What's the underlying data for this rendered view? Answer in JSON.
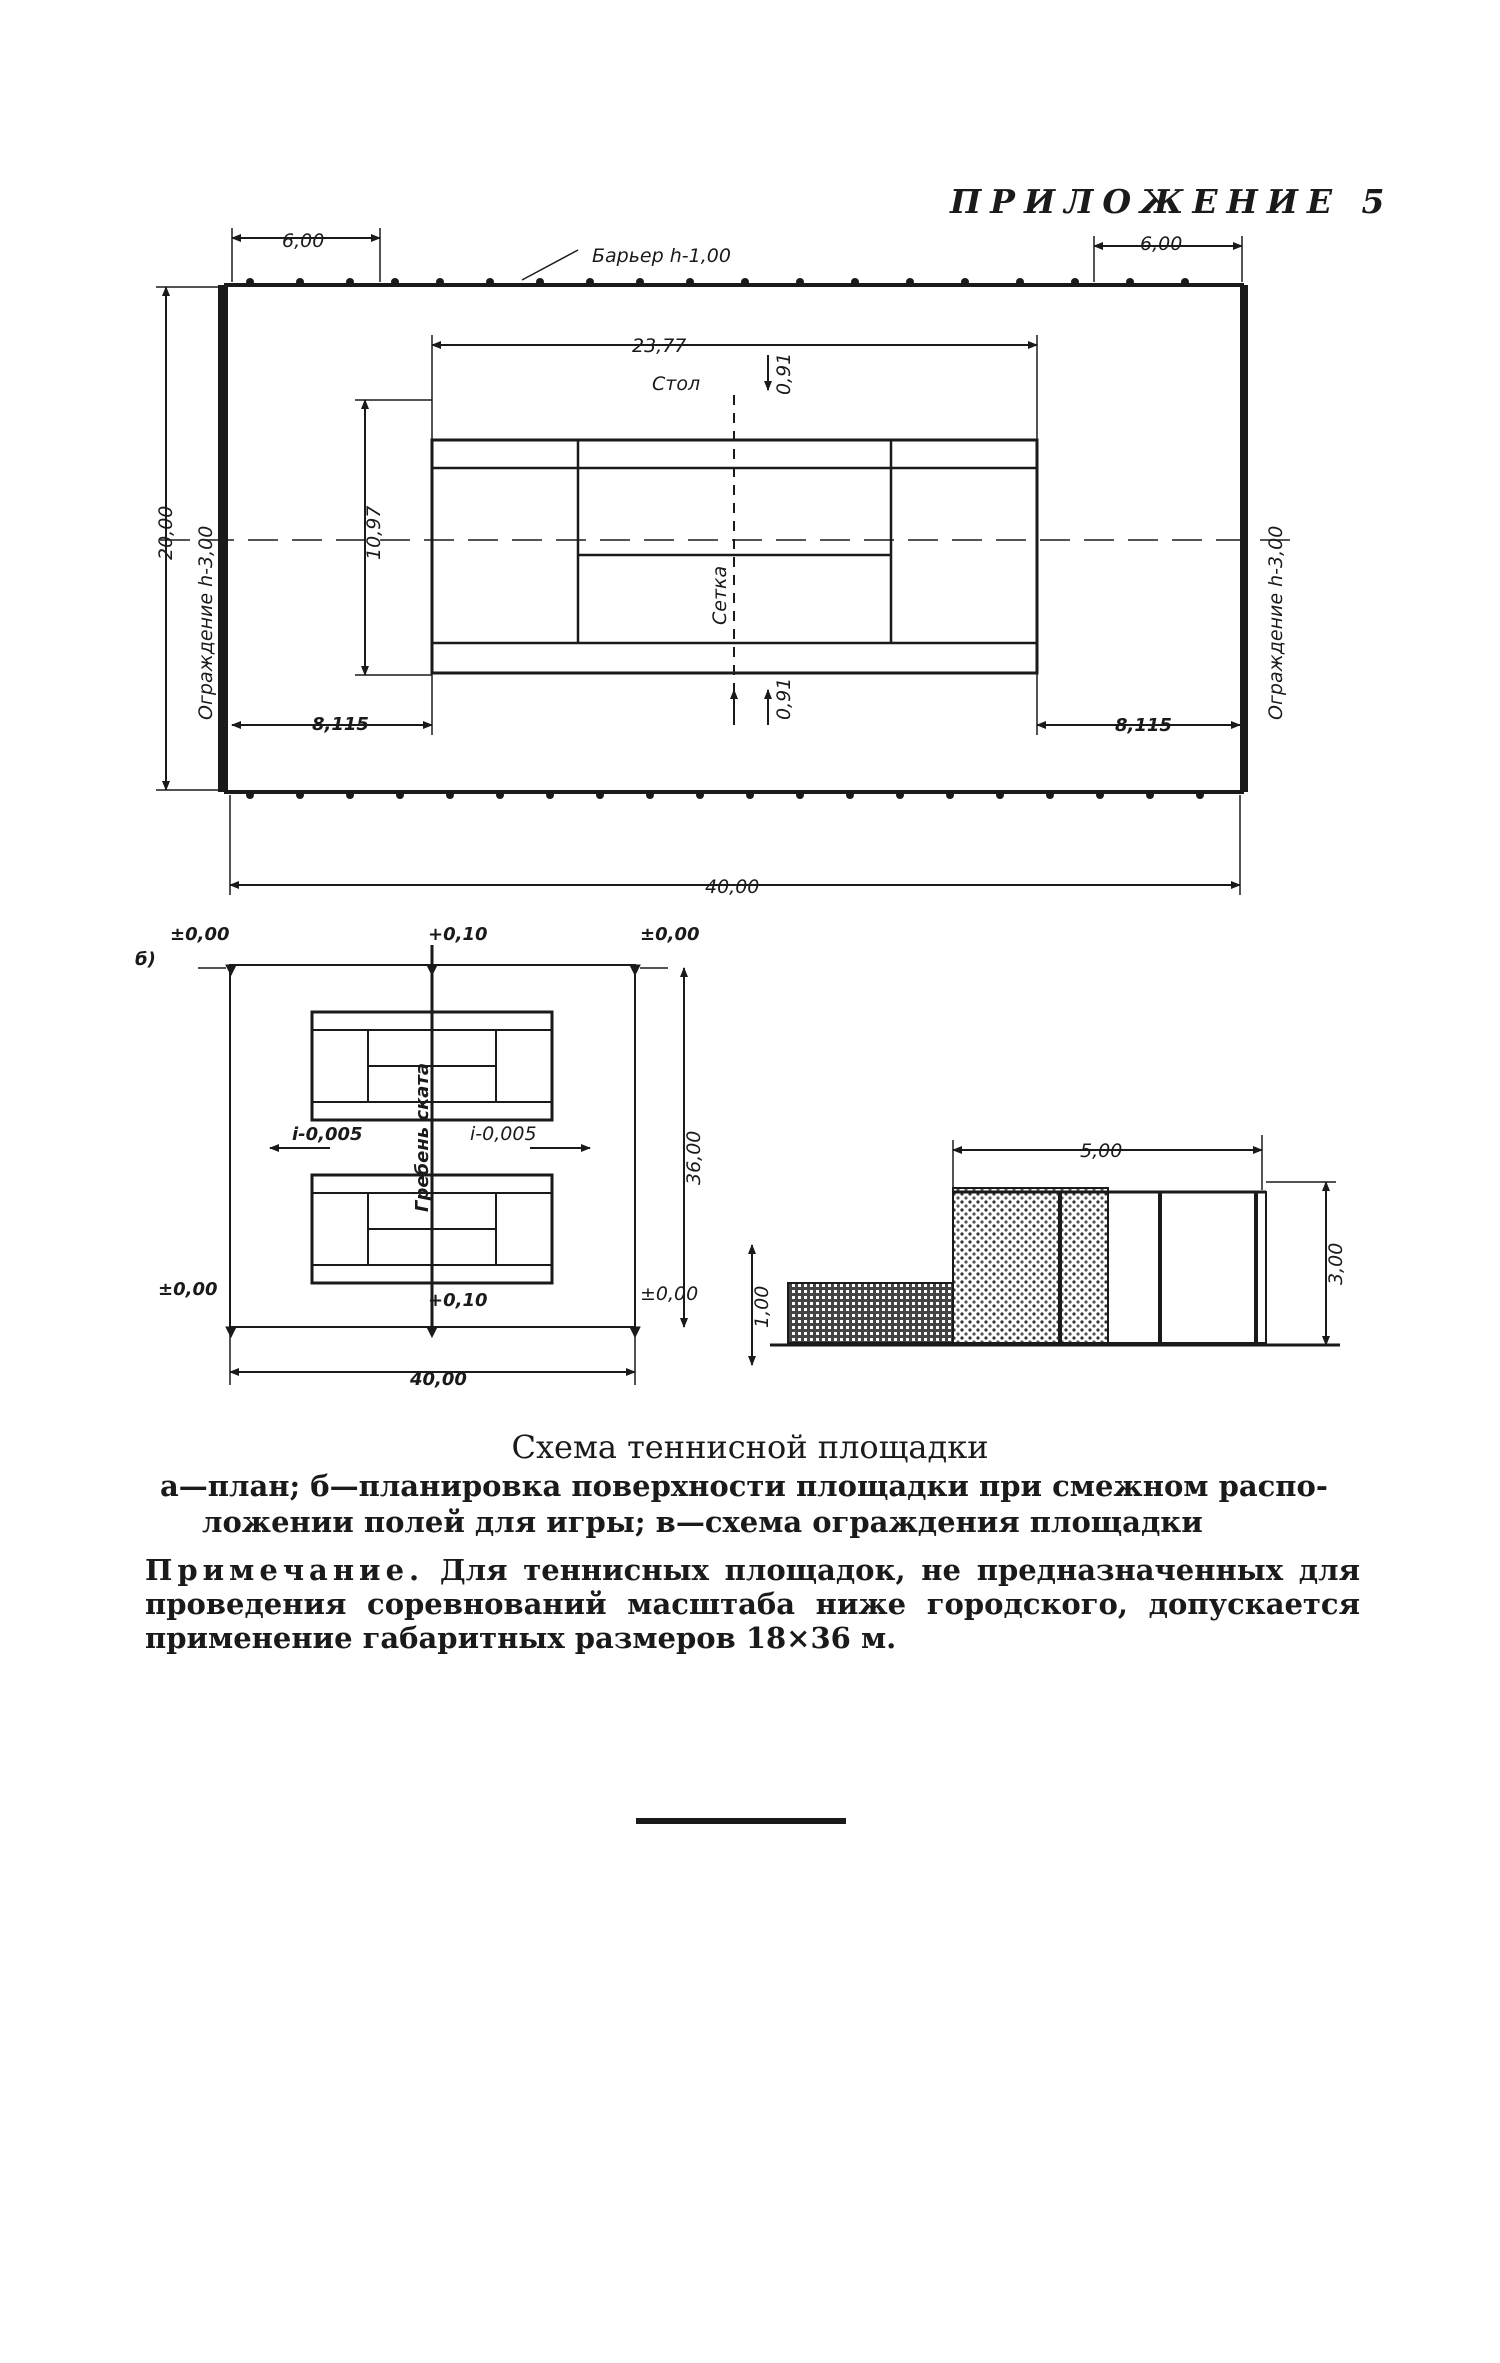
{
  "appendix_label": "ПРИЛОЖЕНИЕ 5",
  "plan_a": {
    "dim_top_left": "6,00",
    "dim_top_right": "6,00",
    "barrier_label": "Барьер h-1,00",
    "dim_court_length": "23,77",
    "table_label": "Стол",
    "dim_table_top": "0,91",
    "dim_table_bottom": "0,91",
    "dim_court_width": "10,97",
    "net_label": "Сетка",
    "dim_overall_width": "20,00",
    "fence_left_label": "Ограждение h-3,00",
    "fence_right_label": "Ограждение h-3,00",
    "dim_side_left": "8,115",
    "dim_side_right": "8,115",
    "dim_overall_length": "40,00"
  },
  "plan_b": {
    "marker_label": "б)",
    "elev_top_left": "±0,00",
    "elev_top_mid": "+0,10",
    "elev_top_right": "±0,00",
    "slope_left": "i-0,005",
    "slope_right": "i-0,005",
    "ridge_label": "Гребень ската",
    "dim_height": "36,00",
    "elev_bottom_left": "±0,00",
    "elev_bottom_mid": "+0,10",
    "elev_bottom_right": "±0,00",
    "dim_width": "40,00"
  },
  "fence_v": {
    "dim_width": "5,00",
    "dim_height": "3,00",
    "dim_low": "1,00"
  },
  "caption": {
    "title": "Схема теннисной площадки",
    "legend_line1": "а—план; б—планировка поверхности площадки при смежном распо-",
    "legend_line2": "ложении полей для игры; в—схема ограждения площадки"
  },
  "note": {
    "label": "Примечание.",
    "text": " Для теннисных площадок, не предназначенных для проведения соревнований масштаба ниже городского, допускается применение габаритных размеров 18×36 м."
  }
}
